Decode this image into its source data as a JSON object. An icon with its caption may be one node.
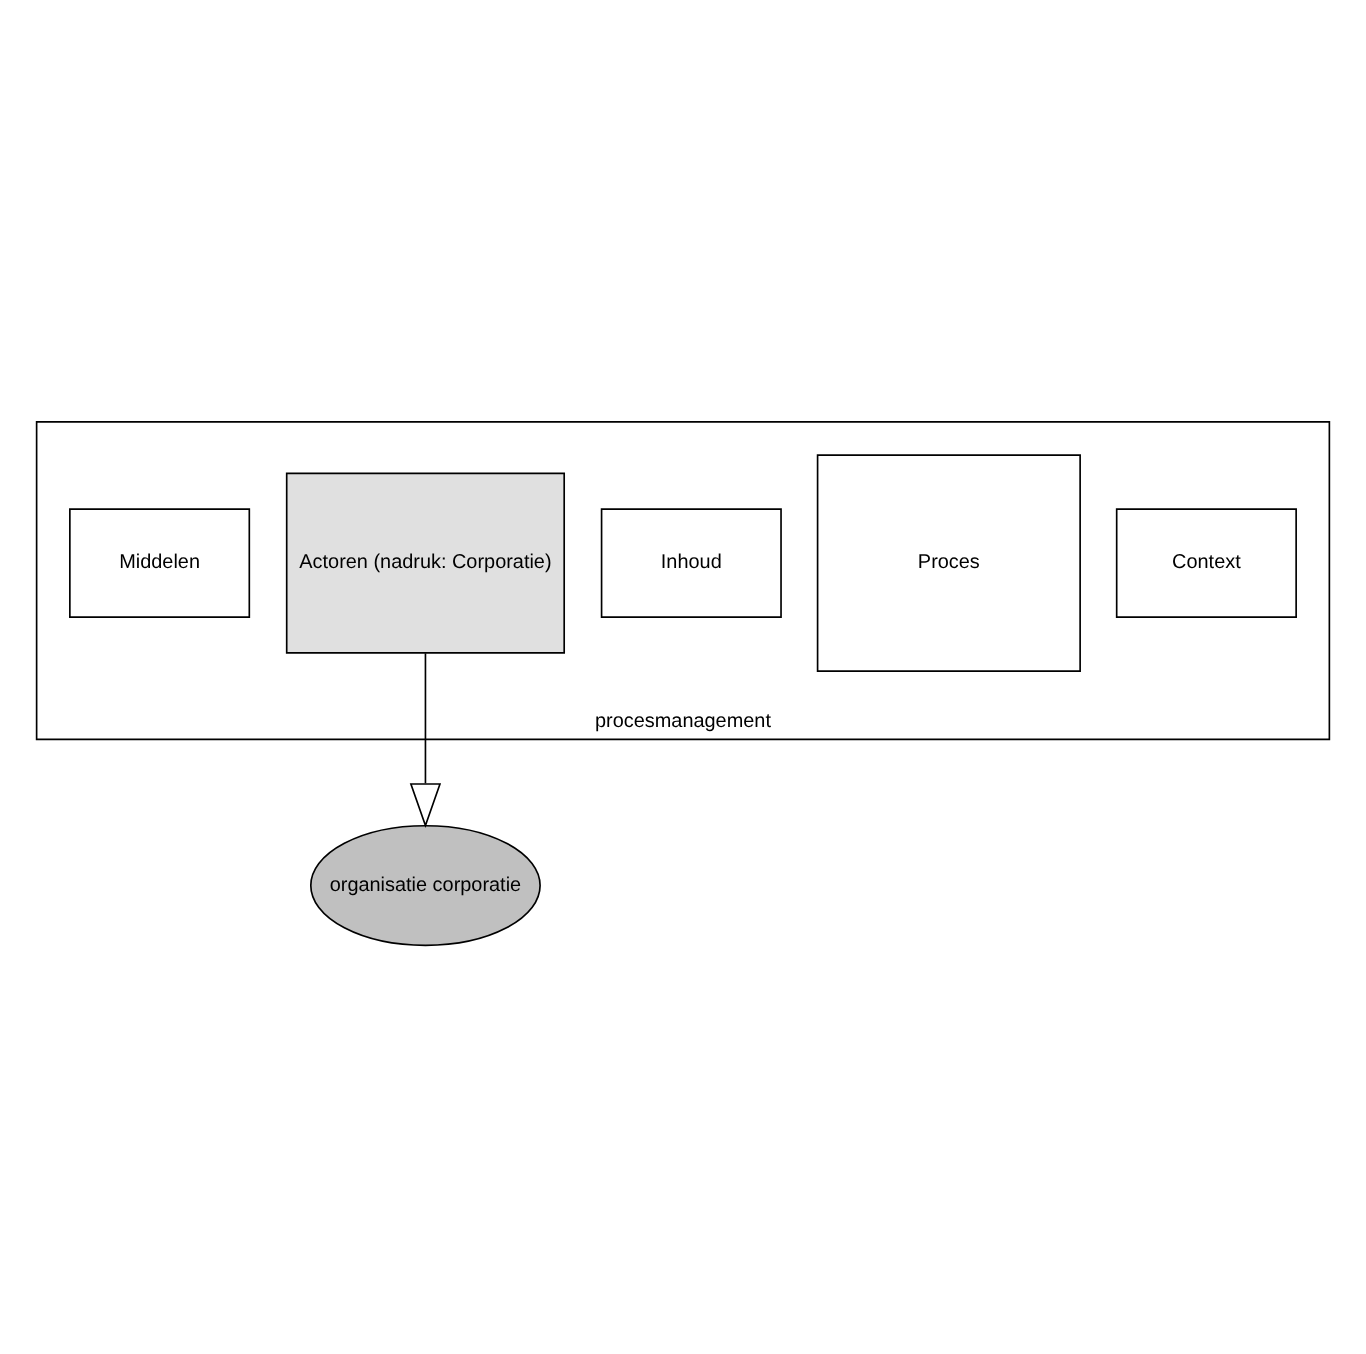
{
  "diagram": {
    "nodes": [
      {
        "text": [
          "procesmanagement"
        ]
      },
      {
        "text": [
          "Context"
        ],
        "in": 0
      },
      {
        "text": [
          "Proces"
        ],
        "in": 0
      },
      {
        "text": [
          "Inhoud"
        ],
        "in": 0
      },
      {
        "text": [
          "Actoren (nadruk: Corporatie)"
        ],
        "in": 0
      },
      {
        "text": [
          "Middelen"
        ],
        "in": 0
      },
      {
        "text": [
          "organisatie corporatie"
        ]
      }
    ],
    "edges": [
      {
        "from": 4,
        "to": 6,
        "arrow": "to"
      }
    ]
  }
}
